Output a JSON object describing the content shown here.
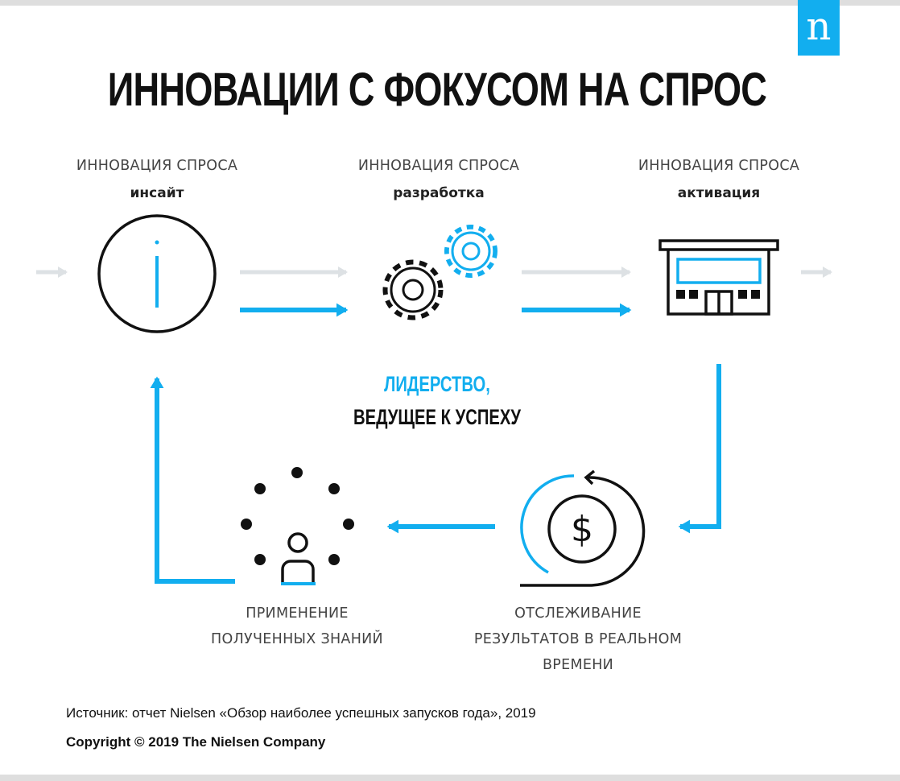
{
  "logo": {
    "letter": "n"
  },
  "title": "ИННОВАЦИИ С ФОКУСОМ НА СПРОС",
  "stages": [
    {
      "label": "ИННОВАЦИЯ СПРОСА",
      "sub": "инсайт"
    },
    {
      "label": "ИННОВАЦИЯ СПРОСА",
      "sub": "разработка"
    },
    {
      "label": "ИННОВАЦИЯ СПРОСА",
      "sub": "активация"
    }
  ],
  "center": {
    "line1": "ЛИДЕРСТВО,",
    "line2": "ВЕДУЩЕЕ К УСПЕХУ"
  },
  "bottom": [
    {
      "lines": [
        "ПРИМЕНЕНИЕ",
        "ПОЛУЧЕННЫХ ЗНАНИЙ"
      ]
    },
    {
      "lines": [
        "ОТСЛЕЖИВАНИЕ",
        "РЕЗУЛЬТАТОВ В РЕАЛЬНОМ",
        "ВРЕМЕНИ"
      ]
    }
  ],
  "footer": {
    "source": "Источник: отчет Nielsen «Обзор наиболее успешных запусков года», 2019",
    "copyright": "Copyright © 2019 The Nielsen Company"
  },
  "colors": {
    "accent": "#12aeef",
    "gray": "#dde1e4"
  }
}
